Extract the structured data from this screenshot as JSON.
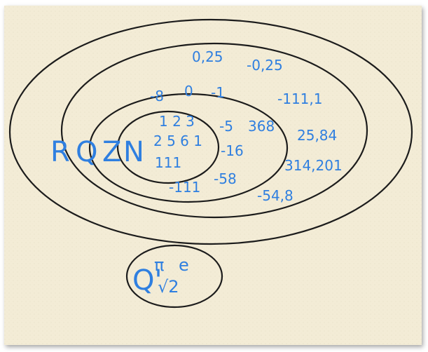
{
  "colors": {
    "paper": "#f3ecd6",
    "ink": "#2f7fe0",
    "line": "#1c1c1c"
  },
  "set_labels": {
    "real": "R",
    "rational": "Q",
    "integer": "Z",
    "natural": "N",
    "irrational": "Q'"
  },
  "natural_numbers": [
    "1 2 3",
    "2 5 6 1",
    "111"
  ],
  "integer_numbers": [
    "-8",
    "0",
    "-1",
    "-5",
    "368",
    "-16",
    "-111",
    "-58"
  ],
  "rational_numbers": [
    "0,25",
    "-0,25",
    "-111,1",
    "25,84",
    "314,201",
    "-54,8"
  ],
  "irrational_numbers": [
    "π",
    "e",
    "√2"
  ]
}
